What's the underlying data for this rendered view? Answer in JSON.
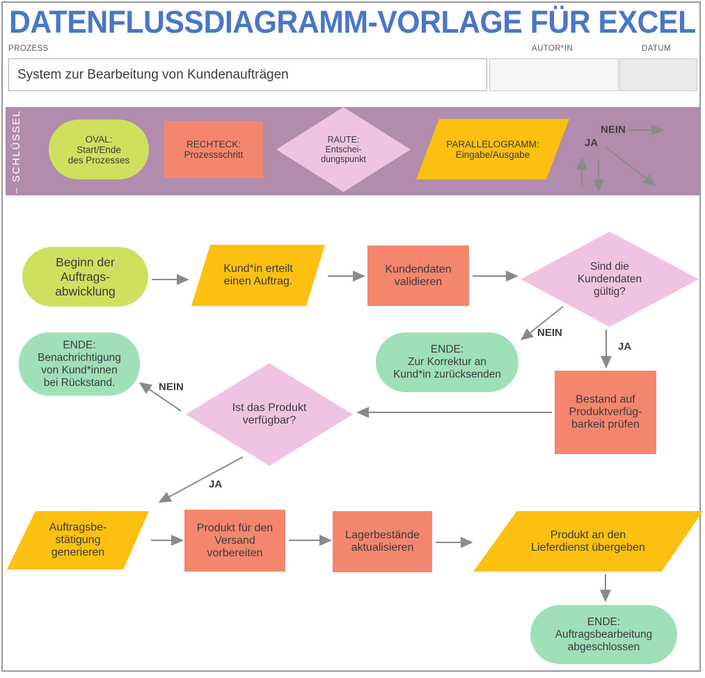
{
  "title": "DATENFLUSSDIAGRAMM-VORLAGE FÜR EXCEL",
  "accent_color": "#4b76c6",
  "header": {
    "prozess_label": "PROZESS",
    "autorin_label": "AUTOR*IN",
    "datum_label": "DATUM",
    "prozess_value": "System zur Bearbeitung von Kundenaufträgen",
    "autorin_value": "",
    "datum_value": ""
  },
  "legend": {
    "title": "– SCHLÜSSEL –",
    "background_color": "#b18cac",
    "oval": {
      "label": "OVAL:\nStart/Ende\ndes Prozesses",
      "color": "#cfe05e"
    },
    "rechteck": {
      "label": "RECHTECK:\nProzessschritt",
      "color": "#f5866e"
    },
    "raute": {
      "label": "RAUTE:\nEntschei-\ndungspunkt",
      "color": "#f0c3e3"
    },
    "parallelogramm": {
      "label": "PARALLELOGRAMM:\nEingabe/Ausgabe",
      "color": "#fcc011"
    },
    "nein_label": "NEIN",
    "ja_label": "JA"
  },
  "flowchart": {
    "arrow_color": "#8a8a8a",
    "nodes": {
      "start": "Beginn der\nAuftrags-\nabwicklung",
      "order_input": "Kund*in erteilt\neinen Auftrag.",
      "validate": "Kundendaten\nvalidieren",
      "decision_valid": "Sind die\nKundendaten\ngültig?",
      "end_correction": "ENDE:\nZur Korrektur an\nKund*in zurücksenden",
      "check_stock": "Bestand auf\nProduktverfüg-\nbarkeit prüfen",
      "end_backorder": "ENDE:\nBenachrichtigung\nvon Kund*innen\nbei Rückstand.",
      "decision_available": "Ist das Produkt\nverfügbar?",
      "generate_confirmation": "Auftragsbe-\nstätigung\ngenerieren",
      "prepare_shipping": "Produkt für den\nVersand\nvorbereiten",
      "update_inventory": "Lagerbestände\naktualisieren",
      "handover_delivery": "Produkt an den\nLieferdienst übergeben",
      "end_complete": "ENDE:\nAuftragsbearbeitung\nabgeschlossen"
    },
    "edge_labels": {
      "nein_valid": "NEIN",
      "ja_valid": "JA",
      "nein_available": "NEIN",
      "ja_available": "JA"
    }
  }
}
